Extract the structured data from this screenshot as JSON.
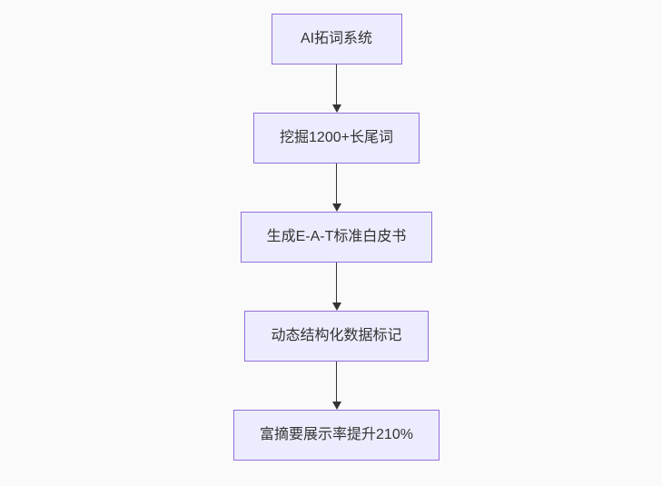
{
  "diagram": {
    "type": "flowchart",
    "direction": "top-down",
    "nodes": [
      {
        "id": "A",
        "label": "AI拓词系统"
      },
      {
        "id": "B",
        "label": "挖掘1200+长尾词"
      },
      {
        "id": "C",
        "label": "生成E-A-T标准白皮书"
      },
      {
        "id": "D",
        "label": "动态结构化数据标记"
      },
      {
        "id": "E",
        "label": "富摘要展示率提升210%"
      }
    ],
    "edges": [
      {
        "from": "A",
        "to": "B"
      },
      {
        "from": "B",
        "to": "C"
      },
      {
        "from": "C",
        "to": "D"
      },
      {
        "from": "D",
        "to": "E"
      }
    ],
    "colors": {
      "background": "#fafafa",
      "node_fill": "#ECECFF",
      "node_border": "#9370DB",
      "arrow": "#333333",
      "text": "#333333"
    }
  }
}
